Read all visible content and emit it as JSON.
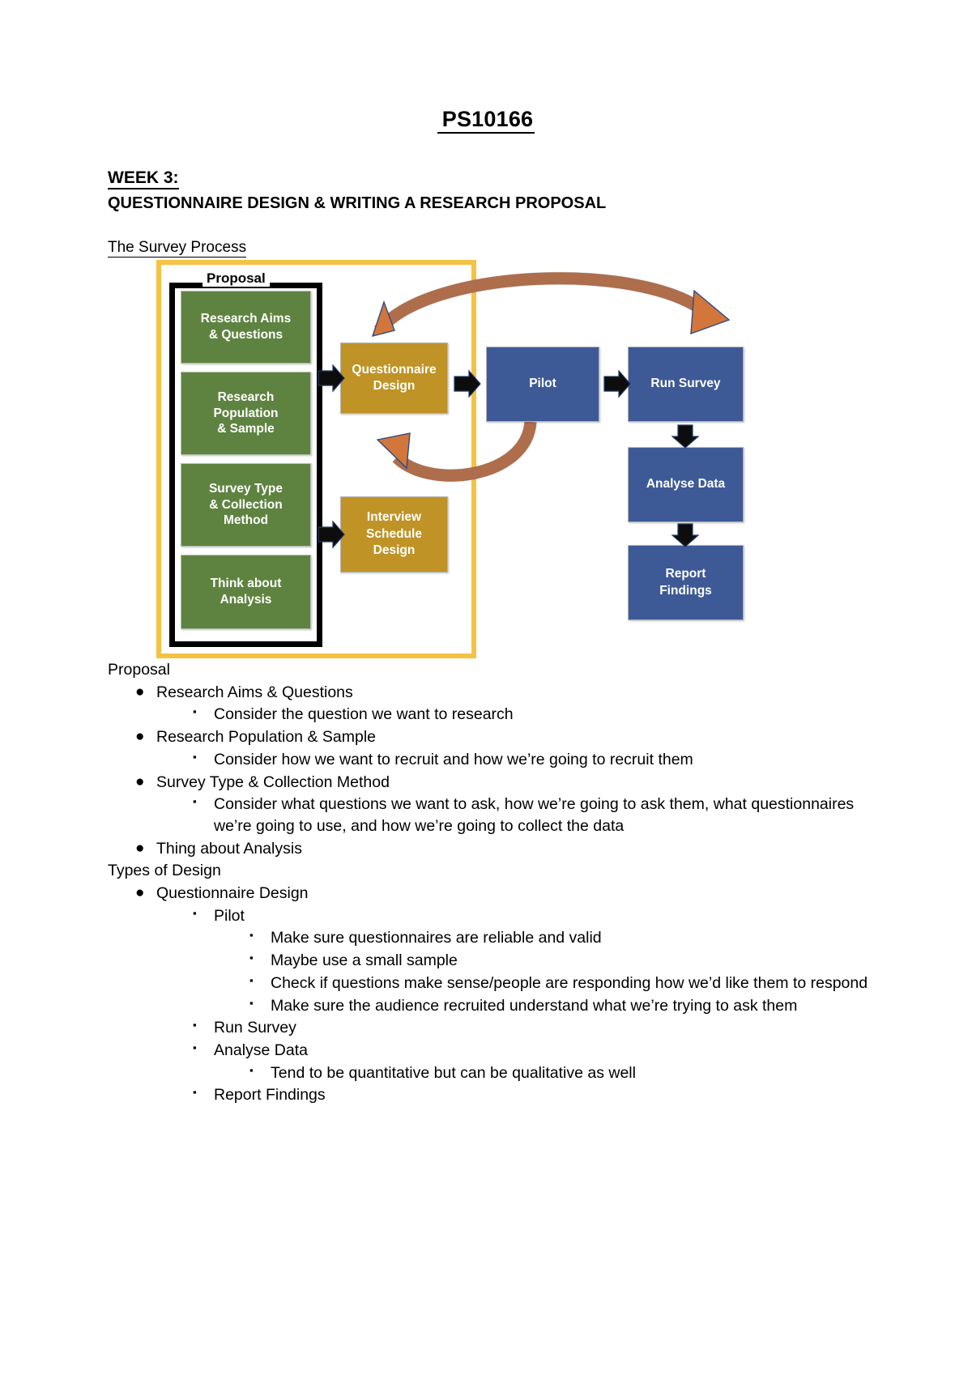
{
  "header": {
    "doc_code": "PS10166",
    "week_title": "WEEK 3:",
    "week_subtitle": "QUESTIONNAIRE DESIGN & WRITING A RESEARCH PROPOSAL",
    "section_heading": "The Survey Process"
  },
  "colors": {
    "green_box": "#5e8340",
    "gold_box": "#bf9326",
    "blue_box": "#3d5a96",
    "yellow_border": "#f5c243",
    "orange_arrow": "#d2763c",
    "black_arrow": "#0d0d0d",
    "inner_border": "#000000"
  },
  "diagram": {
    "proposal_label": "Proposal",
    "proposal_steps": [
      "Research Aims\n& Questions",
      "Research\nPopulation\n& Sample",
      "Survey Type\n& Collection\nMethod",
      "Think about\nAnalysis"
    ],
    "design_boxes": [
      "Questionnaire\nDesign",
      "Interview\nSchedule\nDesign"
    ],
    "flow_boxes": [
      "Pilot",
      "Run Survey",
      "Analyse Data",
      "Report\nFindings"
    ]
  },
  "outline": [
    {
      "level": 0,
      "bullet": "none",
      "text": "Proposal"
    },
    {
      "level": 1,
      "bullet": "dot",
      "text": "Research Aims & Questions"
    },
    {
      "level": 2,
      "bullet": "square",
      "text": "Consider the question we want to research"
    },
    {
      "level": 1,
      "bullet": "dot",
      "text": "Research Population & Sample"
    },
    {
      "level": 2,
      "bullet": "square",
      "text": "Consider how we want to recruit and how we’re going to recruit them"
    },
    {
      "level": 1,
      "bullet": "dot",
      "text": "Survey Type & Collection Method"
    },
    {
      "level": 2,
      "bullet": "square",
      "text": "Consider what questions we want to ask, how we’re going to ask them, what questionnaires we’re going to use, and how we’re going to collect the data"
    },
    {
      "level": 1,
      "bullet": "dot",
      "text": "Thing about Analysis"
    },
    {
      "level": 0,
      "bullet": "none",
      "text": "Types of Design"
    },
    {
      "level": 1,
      "bullet": "dot",
      "text": "Questionnaire Design"
    },
    {
      "level": 2,
      "bullet": "square",
      "text": "Pilot"
    },
    {
      "level": 3,
      "bullet": "square",
      "text": "Make sure questionnaires are reliable and valid"
    },
    {
      "level": 3,
      "bullet": "square",
      "text": "Maybe use a small sample"
    },
    {
      "level": 3,
      "bullet": "square",
      "text": "Check if questions make sense/people are responding how we’d like them to respond"
    },
    {
      "level": 3,
      "bullet": "square",
      "text": "Make sure the audience recruited understand what we’re trying to ask them"
    },
    {
      "level": 2,
      "bullet": "square",
      "text": "Run Survey"
    },
    {
      "level": 2,
      "bullet": "square",
      "text": "Analyse Data"
    },
    {
      "level": 3,
      "bullet": "square",
      "text": "Tend to be quantitative but can be qualitative as well"
    },
    {
      "level": 2,
      "bullet": "square",
      "text": "Report Findings"
    }
  ],
  "glyphs": {
    "dot": "●",
    "square": "▪"
  }
}
